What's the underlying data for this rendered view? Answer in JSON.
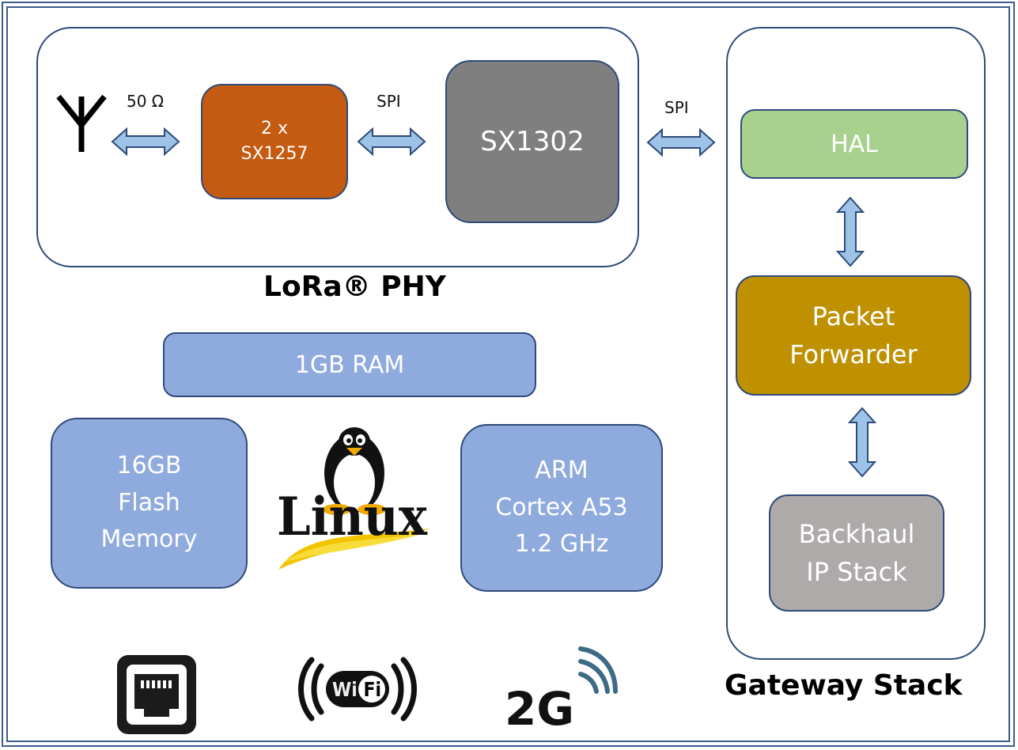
{
  "phy": {
    "label_50ohm": "50 Ω",
    "label_spi_1": "SPI",
    "label_spi_2": "SPI",
    "radio_box": "2 x\nSX1257",
    "baseband_box": "SX1302",
    "title": "LoRa® PHY"
  },
  "system": {
    "ram": "1GB RAM",
    "flash": "16GB\nFlash\nMemory",
    "cpu": "ARM\nCortex A53\n1.2 GHz",
    "linux_logo_text": "Linux"
  },
  "gateway": {
    "hal": "HAL",
    "packet_forwarder": "Packet\nForwarder",
    "backhaul": "Backhaul\nIP Stack",
    "title": "Gateway Stack"
  },
  "connectivity": {
    "wifi_text": "Wi Fi",
    "cellular_text": "2G"
  },
  "colors": {
    "radio": "#c55a11",
    "baseband": "#7f7f7f",
    "hal": "#a9d18e",
    "packet_forwarder": "#bf9000",
    "backhaul": "#aeaaaa",
    "memory_blue": "#8faadc",
    "arrow_fill": "#9dc3e6",
    "border": "#2f4a7a"
  }
}
